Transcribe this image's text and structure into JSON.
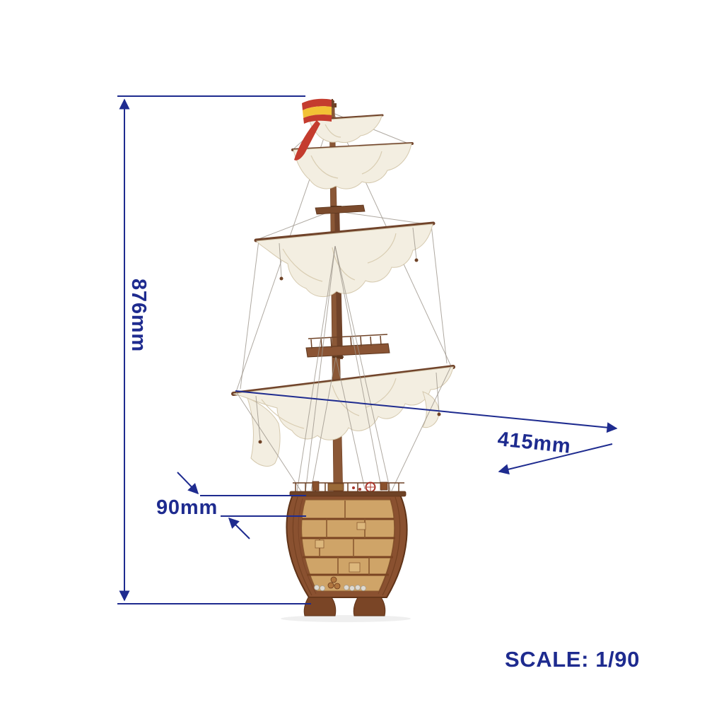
{
  "page": {
    "background": "#ffffff"
  },
  "diagram": {
    "subject": "Cross-section model ship with mast, furled sails, Spanish flag and display stand",
    "scale_label": "SCALE: 1/90",
    "dimensions": {
      "height": {
        "value": "876mm",
        "orientation": "vertical"
      },
      "yard_length": {
        "value": "415mm",
        "orientation": "diagonal"
      },
      "section_width": {
        "value": "90mm",
        "orientation": "horizontal"
      }
    },
    "colors": {
      "dimension_annotation": "#1e2b8f",
      "hull_wood": "#8a5130",
      "hull_interior": "#cfa468",
      "sail": "#f3eee1",
      "mast": "#8a5736",
      "flag_red": "#c43c2e",
      "flag_yellow": "#f2c235"
    }
  }
}
